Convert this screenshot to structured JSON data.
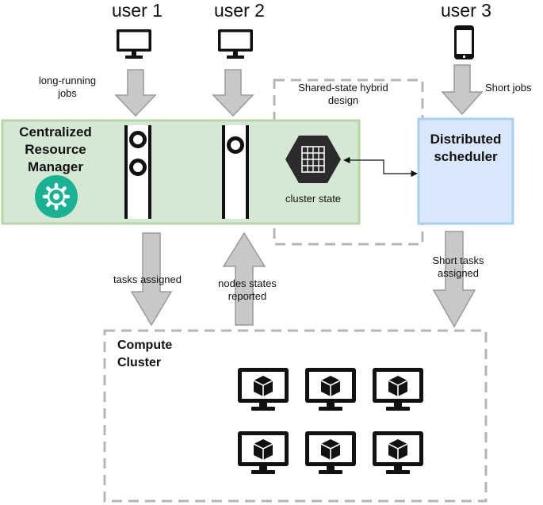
{
  "users": [
    {
      "label": "user 1",
      "device": "monitor-icon"
    },
    {
      "label": "user 2",
      "device": "monitor-icon"
    },
    {
      "label": "user 3",
      "device": "phone-icon"
    }
  ],
  "labels": {
    "long_running_1": "long-running",
    "long_running_2": "jobs",
    "shared_state_1": "Shared-state hybrid",
    "shared_state_2": "design",
    "short_jobs": "Short jobs",
    "crm_1": "Centralized",
    "crm_2": "Resource",
    "crm_3": "Manager",
    "cluster_state": "cluster state",
    "dist_1": "Distributed",
    "dist_2": "scheduler",
    "tasks_assigned": "tasks assigned",
    "nodes_states_1": "nodes states",
    "nodes_states_2": "reported",
    "short_tasks_1": "Short tasks",
    "short_tasks_2": "assigned",
    "compute_1": "Compute",
    "compute_2": "Cluster"
  },
  "colors": {
    "crm_fill": "#d5e8d4",
    "crm_border": "#82b366",
    "dist_fill": "#dae8fc",
    "dist_border": "#8fc1e6",
    "gear_teal": "#19b394",
    "arrow_gray": "#c8c8c8",
    "arrow_outline": "#9a9a9a",
    "dashed": "#b5b5b5",
    "hex_dark": "#2b2b2b"
  },
  "node_count": 6
}
